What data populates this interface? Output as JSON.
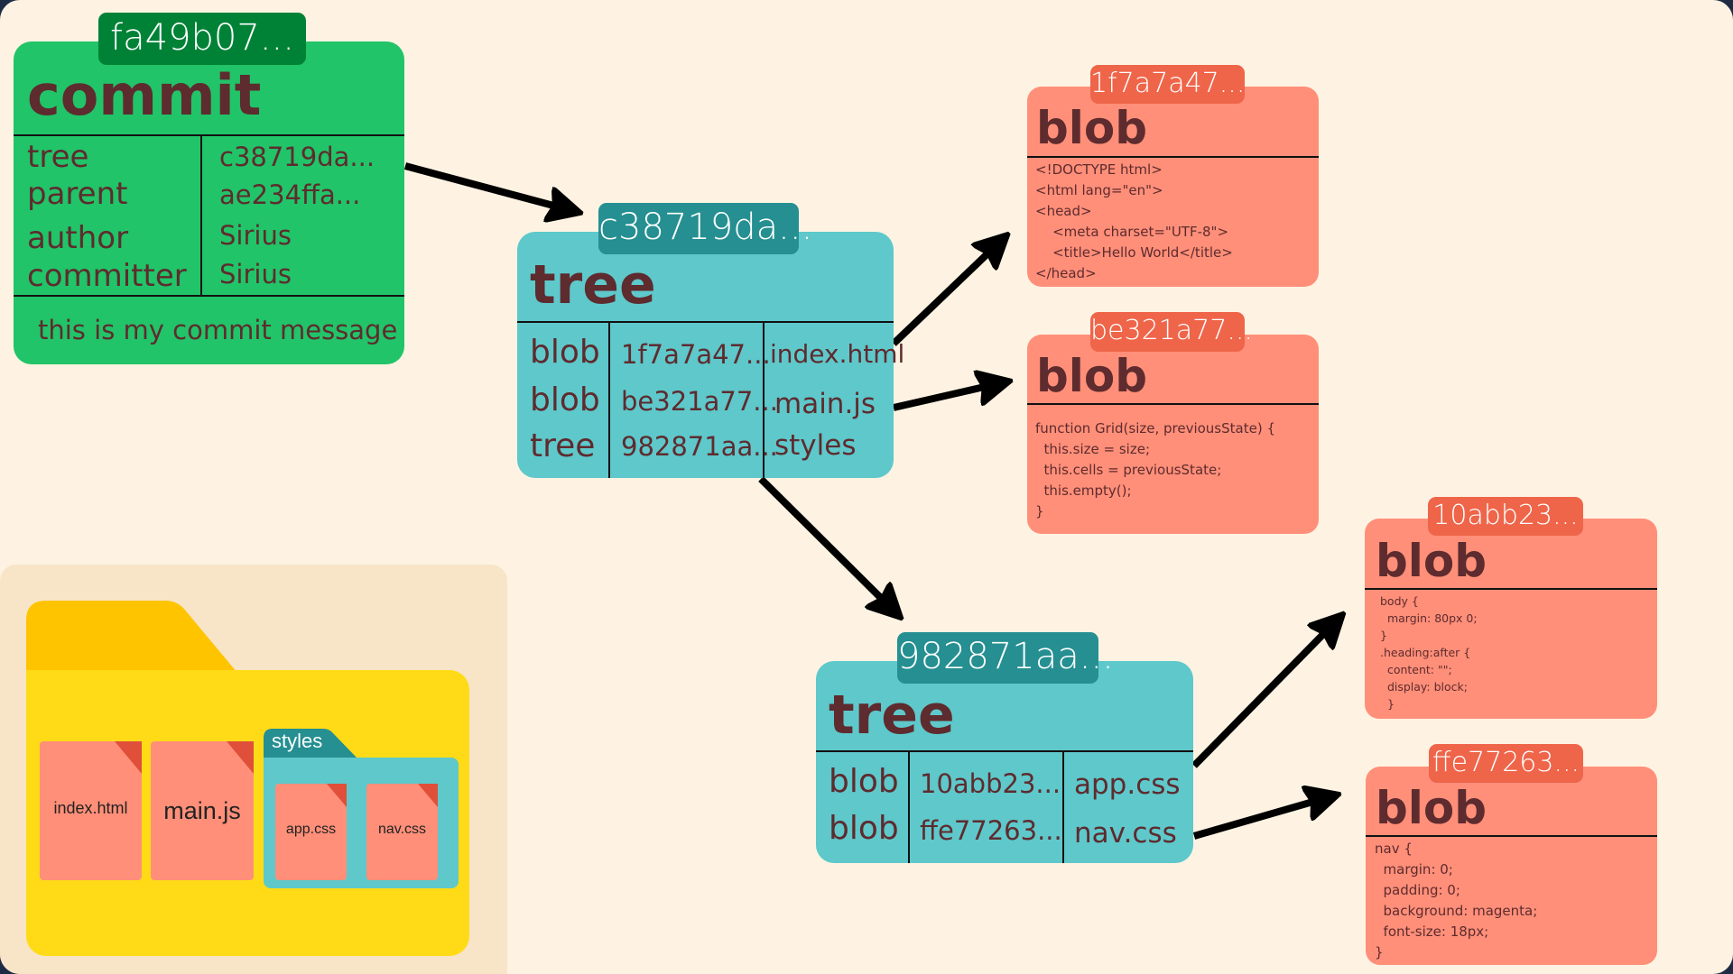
{
  "colors": {
    "background": "#fef3e2",
    "commit": "#21c468",
    "commit_tag": "#008236",
    "tree": "#5ec8cb",
    "tree_tag": "#258f91",
    "blob": "#ff8f79",
    "blob_tag": "#ef654a",
    "text": "#5e2b2e",
    "folder_back": "#ffc400",
    "folder_front": "#ffdb17",
    "folder_panel": "#f8e4c7"
  },
  "commit": {
    "hash": "fa49b07...",
    "type": "commit",
    "fields": [
      {
        "key": "tree",
        "value": "c38719da..."
      },
      {
        "key": "parent",
        "value": "ae234ffa..."
      },
      {
        "key": "author",
        "value": "Sirius"
      },
      {
        "key": "committer",
        "value": "Sirius"
      }
    ],
    "message": "this is my commit message"
  },
  "root_tree": {
    "hash": "c38719da...",
    "type": "tree",
    "entries": [
      {
        "kind": "blob",
        "hash": "1f7a7a47...",
        "name": "index.html"
      },
      {
        "kind": "blob",
        "hash": "be321a77...",
        "name": "main.js"
      },
      {
        "kind": "tree",
        "hash": "982871aa...",
        "name": "styles"
      }
    ]
  },
  "styles_tree": {
    "hash": "982871aa...",
    "type": "tree",
    "entries": [
      {
        "kind": "blob",
        "hash": "10abb23...",
        "name": "app.css"
      },
      {
        "kind": "blob",
        "hash": "ffe77263...",
        "name": "nav.css"
      }
    ]
  },
  "blobs": [
    {
      "hash": "1f7a7a47...",
      "type": "blob",
      "lines": [
        "<!DOCTYPE html>",
        "<html lang=\"en\">",
        "<head>",
        "    <meta charset=\"UTF-8\">",
        "    <title>Hello World</title>",
        "</head>"
      ]
    },
    {
      "hash": "be321a77...",
      "type": "blob",
      "lines": [
        "function Grid(size, previousState) {",
        "  this.size = size;",
        "  this.cells = previousState;",
        "  this.empty();",
        "}"
      ]
    },
    {
      "hash": "10abb23...",
      "type": "blob",
      "lines": [
        "body {",
        "  margin: 80px 0;",
        "}",
        ".heading:after {",
        "  content: \"\";",
        "  display: block;",
        "  }"
      ]
    },
    {
      "hash": "ffe77263...",
      "type": "blob",
      "lines": [
        "nav {",
        "  margin: 0;",
        "  padding: 0;",
        "  background: magenta;",
        "  font-size: 18px;",
        "}"
      ]
    }
  ],
  "filesystem": {
    "files": [
      "index.html",
      "main.js"
    ],
    "subfolder": {
      "name": "styles",
      "files": [
        "app.css",
        "nav.css"
      ]
    }
  },
  "arrows": [
    {
      "from": "commit",
      "to": "root_tree"
    },
    {
      "from": "root_tree",
      "to": "blob-1f7a7a47"
    },
    {
      "from": "root_tree",
      "to": "blob-be321a77"
    },
    {
      "from": "root_tree",
      "to": "styles_tree"
    },
    {
      "from": "styles_tree",
      "to": "blob-10abb23"
    },
    {
      "from": "styles_tree",
      "to": "blob-ffe77263"
    }
  ]
}
